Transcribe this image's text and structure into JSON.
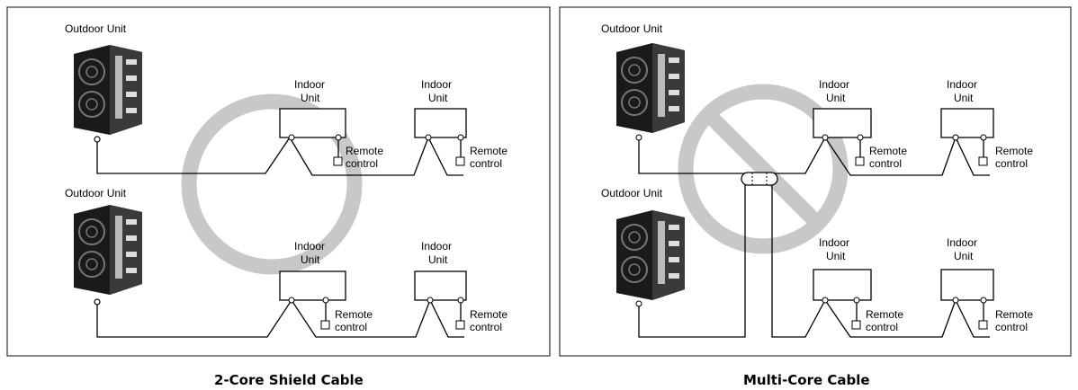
{
  "left_panel": {
    "caption": "2-Core Shield Cable",
    "outdoor_top": "Outdoor Unit",
    "outdoor_bottom": "Outdoor Unit",
    "indoor_line1": "Indoor",
    "indoor_line2": "Unit",
    "remote_line1": "Remote",
    "remote_line2": "control",
    "symbol": "allowed-circle-icon"
  },
  "right_panel": {
    "caption": "Multi-Core Cable",
    "outdoor_top": "Outdoor Unit",
    "outdoor_bottom": "Outdoor Unit",
    "indoor_line1": "Indoor",
    "indoor_line2": "Unit",
    "remote_line1": "Remote",
    "remote_line2": "control",
    "symbol": "prohibited-icon"
  },
  "colors": {
    "symbol_gray": "#c8c8c8",
    "unit_dark": "#1a1a1a"
  }
}
